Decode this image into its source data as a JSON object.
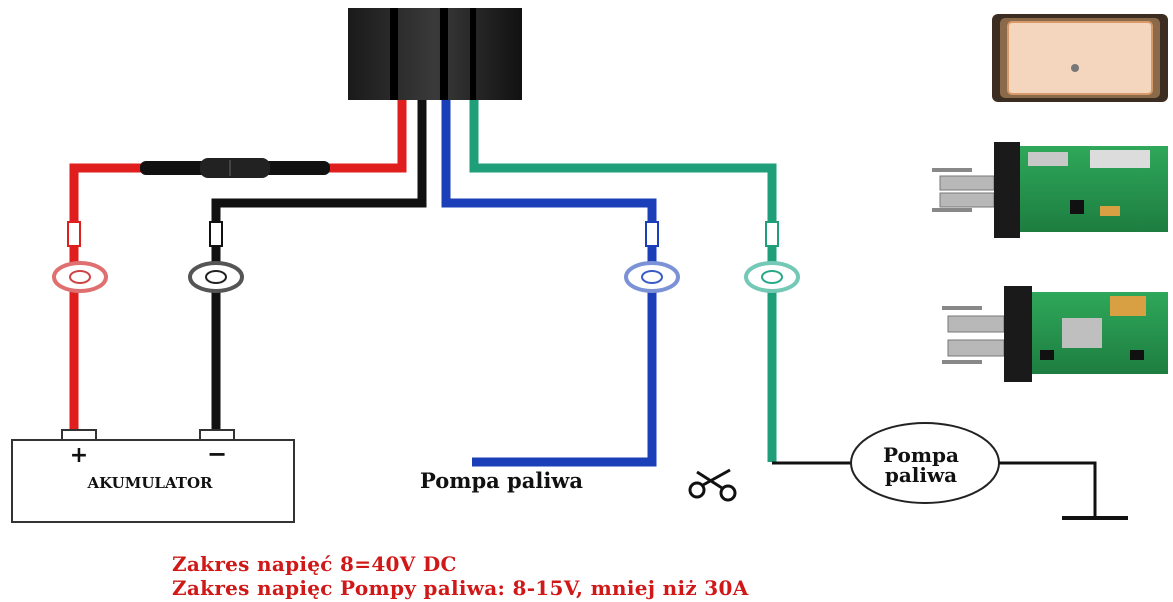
{
  "battery": {
    "label": "AKUMULATOR",
    "plus": "+",
    "minus": "−"
  },
  "pump_cut_label": "Pompa paliwa",
  "pump_circle": {
    "line1": "Pompa",
    "line2": "paliwa"
  },
  "notes": {
    "line1": "Zakres napięć 8=40V DC",
    "line2": "Zakres napięc Pompy paliwa: 8-15V, mniej niż 30A"
  },
  "wire_colors": {
    "red": "#e01e1e",
    "black": "#111111",
    "blue": "#1a3fb8",
    "green": "#1f9e7a"
  },
  "icons": {
    "cut": "scissors-icon",
    "ground": "ground-icon"
  }
}
